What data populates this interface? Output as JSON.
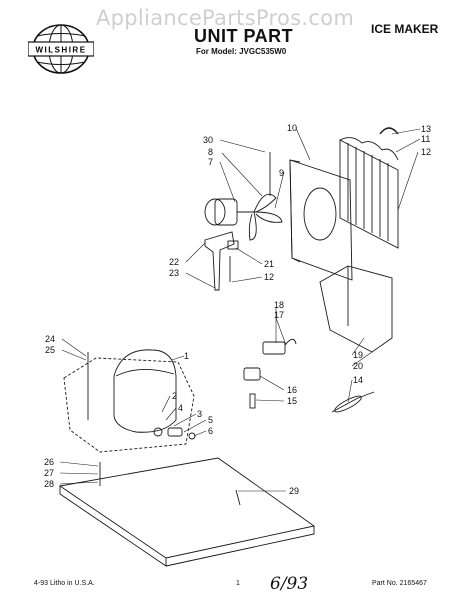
{
  "watermark": "AppliancePartsPros.com",
  "logo": {
    "brand": "WILSHIRE"
  },
  "header": {
    "product": "ICE MAKER",
    "title": "UNIT PART",
    "model_line": "For Model: JVGC535W0"
  },
  "callouts": [
    "30",
    "8",
    "7",
    "9",
    "10",
    "13",
    "11",
    "12",
    "22",
    "23",
    "21",
    "12",
    "18",
    "17",
    "24",
    "25",
    "1",
    "19",
    "20",
    "14",
    "16",
    "15",
    "2",
    "4",
    "3",
    "5",
    "6",
    "26",
    "27",
    "28",
    "29"
  ],
  "footer": {
    "left": "4-93   Litho in U.S.A.",
    "center": "1",
    "handwritten": "6/93",
    "part_number": "Part No. 2165467"
  }
}
